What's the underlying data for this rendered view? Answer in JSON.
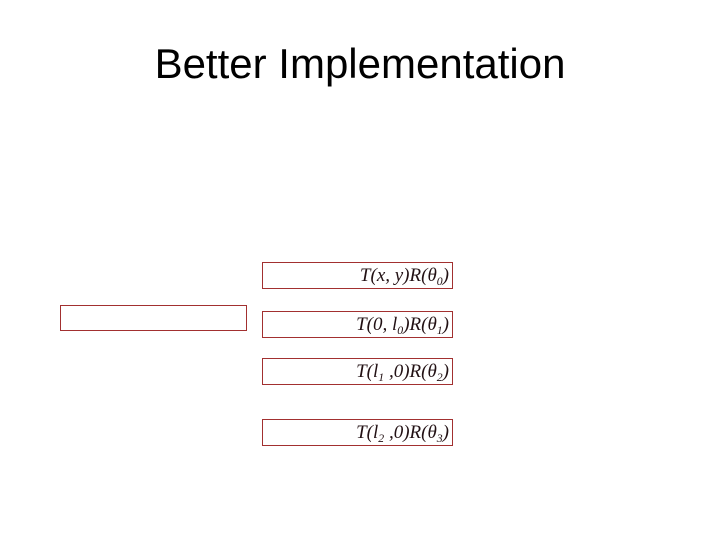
{
  "slide": {
    "title": "Better Implementation",
    "colors": {
      "background": "#ffffff",
      "title_text": "#000000",
      "box_border": "#a23030",
      "formula_text": "#221114"
    },
    "empty_box": {
      "label": ""
    },
    "formula_boxes": [
      {
        "formula": "T(x, y)R(θ_0)"
      },
      {
        "formula": "T(0, l_0)R(θ_1)"
      },
      {
        "formula": "T(l_1 ,0)R(θ_2)"
      },
      {
        "formula": "T(l_2 ,0)R(θ_3)"
      }
    ]
  }
}
